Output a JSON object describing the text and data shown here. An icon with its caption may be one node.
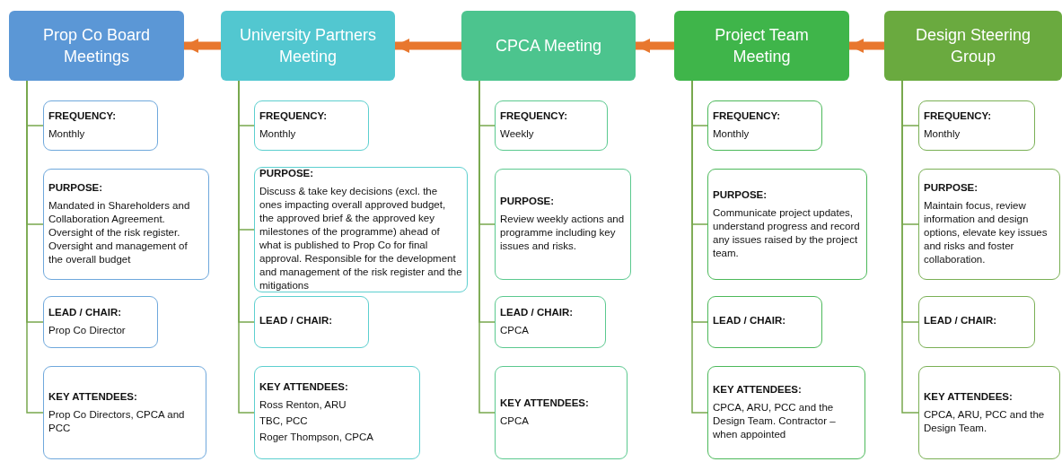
{
  "diagram": {
    "nodes": [
      {
        "text": [
          "Prop Co Board Meetings"
        ]
      },
      {
        "text": [
          "FREQUENCY:",
          "Monthly"
        ]
      },
      {
        "text": [
          "PURPOSE:",
          "Mandated in Shareholders and Collaboration Agreement. Oversight of the risk register. Oversight and management of the overall budget"
        ]
      },
      {
        "text": [
          "LEAD / CHAIR:",
          "Prop Co Director"
        ]
      },
      {
        "text": [
          "KEY ATTENDEES:",
          "Prop Co Directors, CPCA and PCC"
        ]
      },
      {
        "text": [
          "University Partners Meeting"
        ]
      },
      {
        "text": [
          "FREQUENCY:",
          "Monthly"
        ]
      },
      {
        "text": [
          "PURPOSE:",
          "Discuss & take key decisions (excl. the ones impacting overall approved budget, the approved brief & the approved key milestones of the programme) ahead of what is published to Prop Co for final approval. Responsible for the development and management of the risk register and the mitigations"
        ]
      },
      {
        "text": [
          "LEAD / CHAIR:"
        ]
      },
      {
        "text": [
          "KEY ATTENDEES:",
          "Ross Renton, ARU",
          "TBC, PCC",
          "Roger Thompson, CPCA"
        ]
      },
      {
        "text": [
          "CPCA Meeting"
        ]
      },
      {
        "text": [
          "FREQUENCY:",
          "Weekly"
        ]
      },
      {
        "text": [
          "PURPOSE:",
          "Review weekly actions and programme including key issues and risks."
        ]
      },
      {
        "text": [
          "LEAD / CHAIR:",
          "CPCA"
        ]
      },
      {
        "text": [
          "KEY ATTENDEES:",
          "CPCA"
        ]
      },
      {
        "text": [
          "Project Team Meeting"
        ]
      },
      {
        "text": [
          "FREQUENCY:",
          "Monthly"
        ]
      },
      {
        "text": [
          "PURPOSE:",
          "Communicate project updates, understand progress and record any issues raised by the project team."
        ]
      },
      {
        "text": [
          "LEAD / CHAIR:"
        ]
      },
      {
        "text": [
          "KEY ATTENDEES:",
          "CPCA, ARU, PCC and the Design Team. Contractor – when appointed"
        ]
      },
      {
        "text": [
          "Design Steering Group"
        ]
      },
      {
        "text": [
          "FREQUENCY:",
          "Monthly"
        ]
      },
      {
        "text": [
          "PURPOSE:",
          "Maintain focus, review information and design options, elevate key issues and risks and foster collaboration."
        ]
      },
      {
        "text": [
          "LEAD / CHAIR:"
        ]
      },
      {
        "text": [
          "KEY ATTENDEES:",
          "CPCA, ARU, PCC and the Design Team."
        ]
      }
    ],
    "edges": [
      {
        "from": 5,
        "to": 0,
        "arrow": "to",
        "style": "thick",
        "color": "#e8772e"
      },
      {
        "from": 10,
        "to": 5,
        "arrow": "to",
        "style": "thick",
        "color": "#e8772e"
      },
      {
        "from": 15,
        "to": 10,
        "arrow": "to",
        "style": "thick",
        "color": "#e8772e"
      },
      {
        "from": 20,
        "to": 15,
        "arrow": "to",
        "style": "thick",
        "color": "#e8772e"
      },
      {
        "from": 0,
        "to": 1,
        "arrow": "none"
      },
      {
        "from": 0,
        "to": 2,
        "arrow": "none"
      },
      {
        "from": 0,
        "to": 3,
        "arrow": "none"
      },
      {
        "from": 0,
        "to": 4,
        "arrow": "none"
      },
      {
        "from": 5,
        "to": 6,
        "arrow": "none"
      },
      {
        "from": 5,
        "to": 7,
        "arrow": "none"
      },
      {
        "from": 5,
        "to": 8,
        "arrow": "none"
      },
      {
        "from": 5,
        "to": 9,
        "arrow": "none"
      },
      {
        "from": 10,
        "to": 11,
        "arrow": "none"
      },
      {
        "from": 10,
        "to": 12,
        "arrow": "none"
      },
      {
        "from": 10,
        "to": 13,
        "arrow": "none"
      },
      {
        "from": 10,
        "to": 14,
        "arrow": "none"
      },
      {
        "from": 15,
        "to": 16,
        "arrow": "none"
      },
      {
        "from": 15,
        "to": 17,
        "arrow": "none"
      },
      {
        "from": 15,
        "to": 18,
        "arrow": "none"
      },
      {
        "from": 15,
        "to": 19,
        "arrow": "none"
      },
      {
        "from": 20,
        "to": 21,
        "arrow": "none"
      },
      {
        "from": 20,
        "to": 22,
        "arrow": "none"
      },
      {
        "from": 20,
        "to": 23,
        "arrow": "none"
      },
      {
        "from": 20,
        "to": 24,
        "arrow": "none"
      }
    ]
  }
}
